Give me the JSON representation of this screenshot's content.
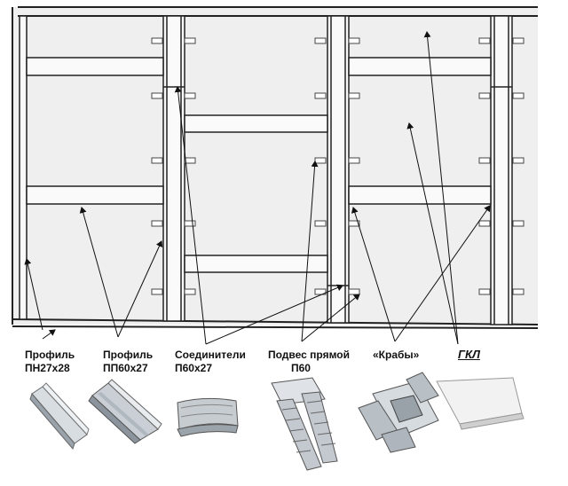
{
  "labels": {
    "profile_pn": "Профиль ПН27х28",
    "profile_pp": "Профиль ПП60х27",
    "connectors": "Соединители П60х27",
    "hanger": "Подвес прямой П60",
    "crabs": "«Крабы»",
    "gkl": "ГКЛ"
  },
  "labels_display": {
    "profile_pn_1": "Профиль",
    "profile_pn_2": "ПН27х28",
    "profile_pp_1": "Профиль",
    "profile_pp_2": "ПП60х27",
    "connectors_1": "Соединители",
    "connectors_2": "П60х27",
    "hanger_1": "Подвес прямой",
    "hanger_2": "П60",
    "crabs": "«Крабы»",
    "gkl": "ГКЛ"
  },
  "colors": {
    "panel": "#eeeeee",
    "frame_line": "#222222",
    "background": "#ffffff"
  }
}
